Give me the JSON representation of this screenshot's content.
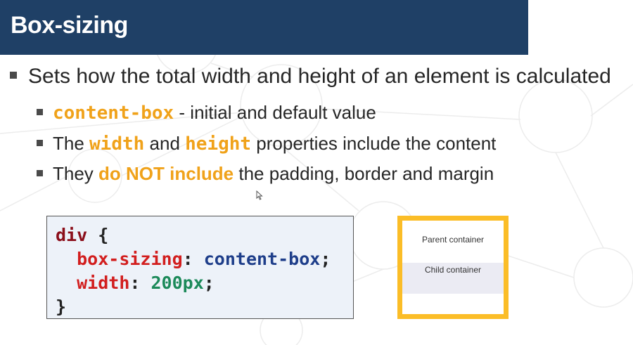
{
  "slide": {
    "title": "Box-sizing"
  },
  "bullets": {
    "main": "Sets how the total width and height of an element is calculated",
    "sub1": {
      "code": "content-box",
      "text": " - initial and default value"
    },
    "sub2": {
      "prefix": "The ",
      "w": "width",
      "mid": " and ",
      "h": "height",
      "suffix": " properties include the content"
    },
    "sub3": {
      "prefix": "They ",
      "em": "do NOT include",
      "suffix": " the padding, border and margin"
    }
  },
  "code": {
    "selector": "div",
    "open_brace": "{",
    "close_brace": "}",
    "prop1": "box-sizing",
    "val1": "content-box",
    "prop2": "width",
    "val2": "200px",
    "colon": ":",
    "semicolon": ";"
  },
  "demo": {
    "parent_label": "Parent container",
    "child_label": "Child container"
  },
  "colors": {
    "title_bar": "#1f4066",
    "highlight": "#f0a21a",
    "demo_border": "#fbbd27",
    "code_bg": "#edf2f9"
  }
}
